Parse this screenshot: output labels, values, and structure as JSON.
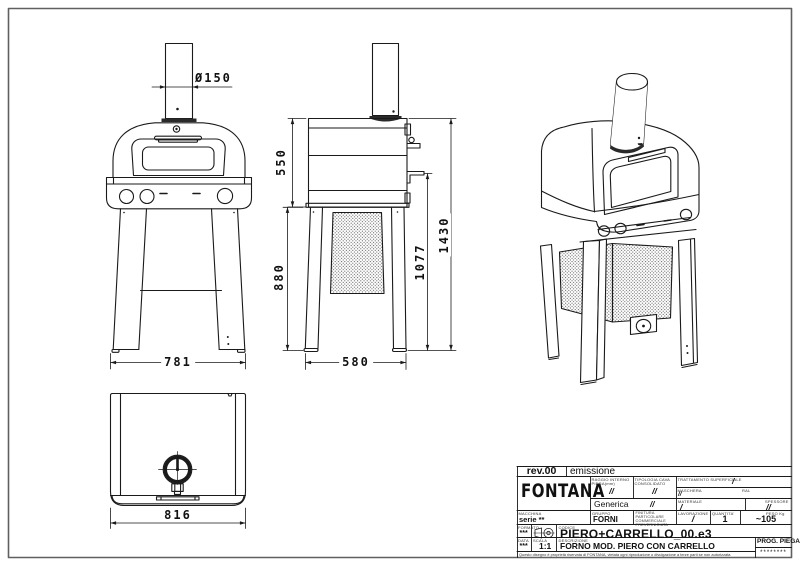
{
  "dimensions": {
    "chimney_diameter": "Ø150",
    "front_width": "781",
    "oven_body_height": "550",
    "stand_height": "880",
    "depth": "580",
    "worktop_height": "1077",
    "total_height": "1430",
    "top_width": "816"
  },
  "title_block": {
    "revision": "rev.00",
    "revision_note": "emissione",
    "logo_text": "FONTANA",
    "raggio_label": "RAGGIO INTERNO PIEGA(mm)",
    "raggio_value": "//",
    "tipologia_label": "TIPOLOGIA CAVA CONSOLIDATO",
    "tipologia_value": "//",
    "trattamento_label": "TRATTAMENTO SUPERFICIALE",
    "trattamento_value": "/",
    "maschera_label": "MASCHERA",
    "ral_label": "RAL",
    "maschera_value": "//",
    "generica_value": "Generica",
    "generica_note": "//",
    "materiale_label": "MATERIALE",
    "materiale_value": "/",
    "spessore_label": "SPESSORE",
    "spessore_value": "//",
    "macchina_label": "MACCHINA",
    "macchina_value": "serie **",
    "gruppo_label": "GRUPPO",
    "gruppo_value": "FORNI",
    "finitura_label": "FINITURA PARTICOLARE COMMERCIALE PREVERNICIATA",
    "lavorazione_label": "LAVORAZIONE",
    "lavorazione_value": "/",
    "quantita_label": "QUANTITA'",
    "quantita_value": "1",
    "peso_label": "PESO Kg",
    "peso_value": "~105",
    "formato_label": "FORMATO",
    "formato_value": "***",
    "codice_label": "CODICE",
    "codice_value": "PIERO+CARRELLO_00.e3",
    "data_label": "DATA",
    "data_value": "***",
    "scala_label": "SCALA",
    "scala_value": "1:1",
    "descrizione_label": "DESCRIZIONE",
    "descrizione_value": "FORNO MOD. PIERO CON CARRELLO",
    "prog_piega_label": "PROG. PIEGA",
    "prog_piega_value": "********",
    "disclaimer": "Questo disegno è proprietà riservata di FONTANA, vietata ogni riproduzione o divulgazione a terze parti se non autorizzata"
  }
}
